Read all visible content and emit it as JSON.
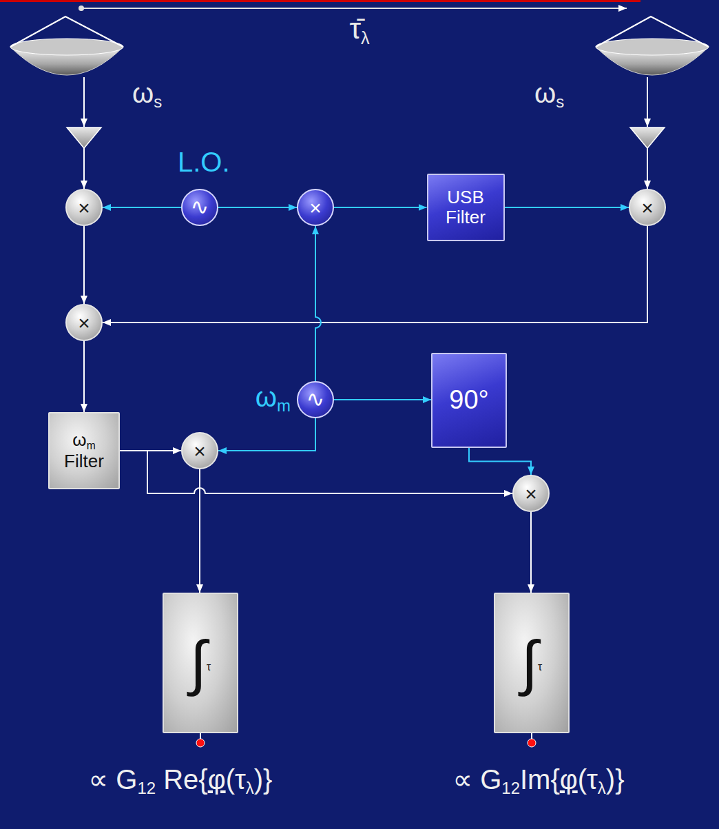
{
  "diagram": {
    "nodes": [
      {
        "text": [
          "×"
        ]
      },
      {
        "text": [
          "∿"
        ]
      },
      {
        "text": [
          "×"
        ]
      },
      {
        "text": [
          "USB Filter"
        ]
      },
      {
        "text": [
          "×"
        ]
      },
      {
        "text": [
          "×"
        ]
      },
      {
        "text": [
          "∿"
        ]
      },
      {
        "text": [
          "90°"
        ]
      },
      {
        "text": [
          "ωm Filter"
        ]
      },
      {
        "text": [
          "×"
        ]
      },
      {
        "text": [
          "×"
        ]
      },
      {
        "text": [
          "∫τ"
        ]
      },
      {
        "text": [
          "∫τ"
        ]
      }
    ],
    "edges": [
      {
        "from": 1,
        "to": 0,
        "arrow": "to"
      },
      {
        "from": 1,
        "to": 2,
        "arrow": "to"
      },
      {
        "from": 2,
        "to": 3,
        "arrow": "to"
      },
      {
        "from": 3,
        "to": 4,
        "arrow": "to"
      },
      {
        "from": 0,
        "to": 5,
        "arrow": "to"
      },
      {
        "from": 4,
        "to": 5,
        "arrow": "to"
      },
      {
        "from": 6,
        "to": 2,
        "arrow": "to"
      },
      {
        "from": 6,
        "to": 7,
        "arrow": "to"
      },
      {
        "from": 6,
        "to": 9,
        "arrow": "to"
      },
      {
        "from": 5,
        "to": 8,
        "arrow": "to"
      },
      {
        "from": 8,
        "to": 9,
        "arrow": "to"
      },
      {
        "from": 8,
        "to": 10,
        "arrow": "to"
      },
      {
        "from": 7,
        "to": 10,
        "arrow": "to"
      },
      {
        "from": 9,
        "to": 11,
        "arrow": "to"
      },
      {
        "from": 10,
        "to": 12,
        "arrow": "to"
      }
    ],
    "labels": [
      "τ̄λ",
      "ωs",
      "ωs",
      "L.O.",
      "ωm",
      "∝ G12 Re{φ(τλ)}",
      "∝ G12Im{φ(τλ)}"
    ]
  }
}
